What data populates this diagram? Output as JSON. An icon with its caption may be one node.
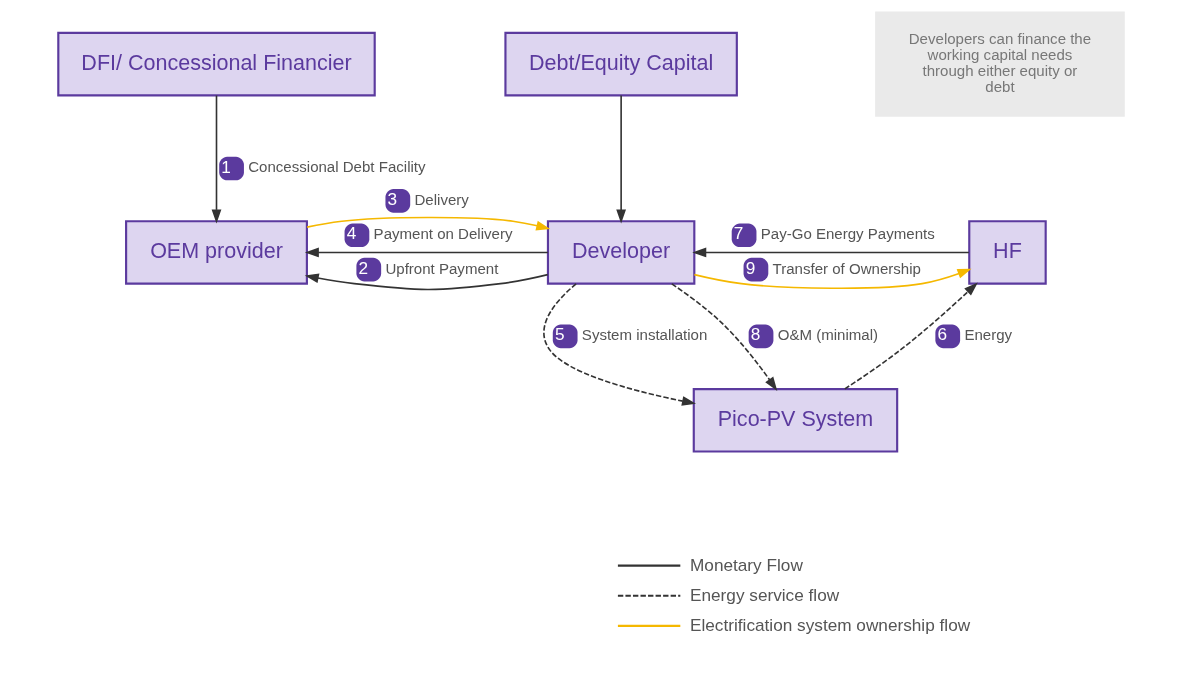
{
  "diagram": {
    "nodes": [
      {
        "text": [
          "DFI/ Concessional Financier"
        ]
      },
      {
        "text": [
          "Debt/Equity Capital"
        ]
      },
      {
        "text": [
          "Developers can finance the working capital needs through either equity or debt"
        ]
      },
      {
        "text": [
          "OEM provider"
        ]
      },
      {
        "text": [
          "Developer"
        ]
      },
      {
        "text": [
          "HF"
        ]
      },
      {
        "text": [
          "Pico-PV System"
        ]
      }
    ],
    "edges": [
      {
        "from": 0,
        "to": 3,
        "arrow": "to",
        "label": "1"
      },
      {
        "from": 4,
        "to": 3,
        "arrow": "to",
        "label": "2"
      },
      {
        "from": 3,
        "to": 4,
        "arrow": "to",
        "label": "3",
        "color": "#f5b800"
      },
      {
        "from": 4,
        "to": 3,
        "arrow": "to",
        "label": "4"
      },
      {
        "from": 4,
        "to": 6,
        "arrow": "to",
        "label": "5",
        "style": "dashed"
      },
      {
        "from": 6,
        "to": 5,
        "arrow": "to",
        "label": "6",
        "style": "dashed"
      },
      {
        "from": 5,
        "to": 4,
        "arrow": "to",
        "label": "7"
      },
      {
        "from": 4,
        "to": 6,
        "arrow": "to",
        "label": "8",
        "style": "dashed"
      },
      {
        "from": 4,
        "to": 5,
        "arrow": "to",
        "label": "9",
        "color": "#f5b800"
      },
      {
        "from": 1,
        "to": 4,
        "arrow": "to"
      }
    ],
    "labels": [
      "Concessional Debt Facility",
      "Upfront Payment",
      "Pay-Go Energy Payments",
      "Delivery",
      "Transfer of Ownership",
      "Payment on Delivery",
      "System installation",
      "O&M (minimal)",
      "Energy"
    ],
    "legend": [
      {
        "text": "Monetary Flow"
      },
      {
        "text": "Energy service flow"
      },
      {
        "text": "Electrification system ownership flow"
      }
    ]
  }
}
